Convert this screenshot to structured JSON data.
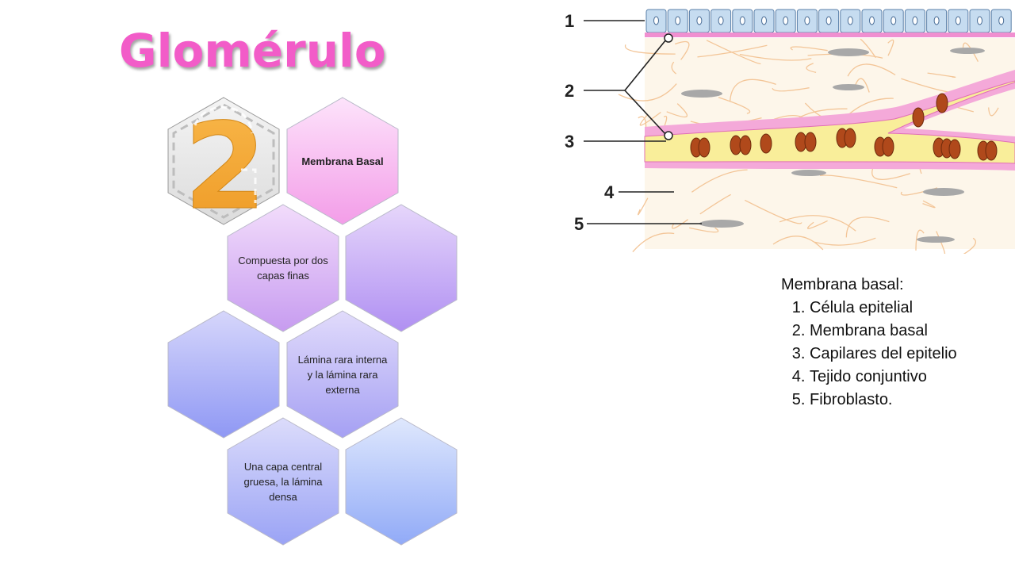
{
  "title": "Glomérulo",
  "badge_number": "2",
  "hexagons": {
    "h1": "Membrana Basal",
    "h2": "Compuesta por dos capas finas",
    "h3": "Lámina rara interna y la lámina rara externa",
    "h4": "Una capa central gruesa, la lámina densa"
  },
  "diagram": {
    "labels": [
      "1",
      "2",
      "3",
      "4",
      "5"
    ]
  },
  "legend": {
    "heading": "Membrana basal:",
    "items": [
      "Célula epitelial",
      "Membrana basal",
      "Capilares del epitelio",
      "Tejido conjuntivo",
      "Fibroblasto."
    ]
  },
  "colors": {
    "title": "#f25cc8",
    "hex_pink": "#f7a8ec",
    "hex_purple": "#c9a6f3",
    "hex_blue": "#9aa8f6",
    "hex_lightblue": "#a7bdf8",
    "vessel": "#f9ee9a",
    "membrane": "#f08fd0",
    "cell": "#c6dcf0",
    "rbc": "#b0491b"
  }
}
